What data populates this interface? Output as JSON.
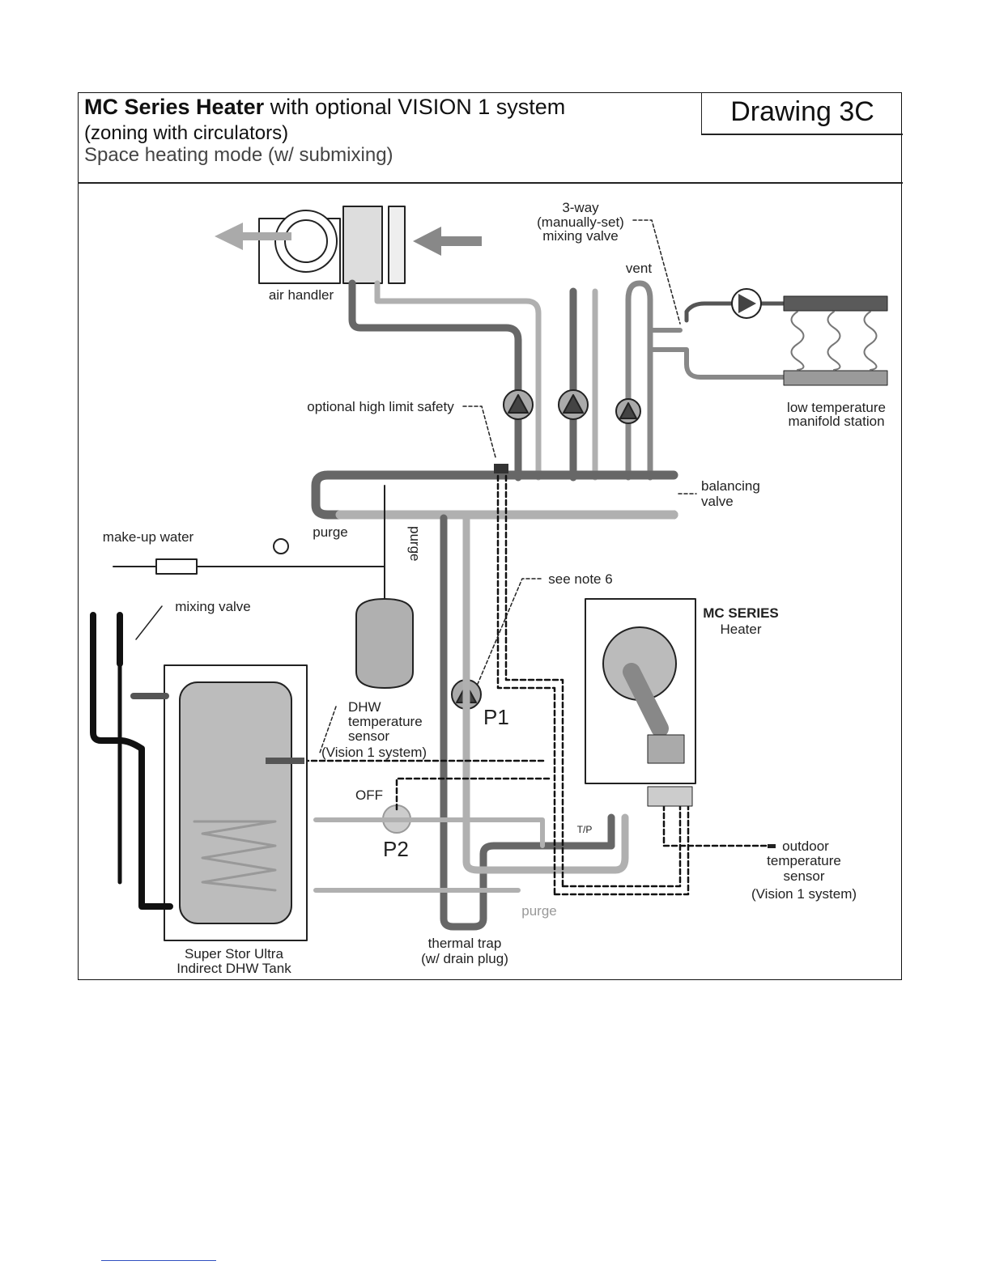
{
  "header": {
    "title_bold": "MC Series Heater",
    "title_rest": " with optional VISION 1 system",
    "subtitle": "(zoning with circulators)",
    "mode": "Space heating mode (w/ submixing)",
    "drawing_number": "Drawing 3C"
  },
  "labels": {
    "air_handler": "air handler",
    "three_way": [
      "3-way",
      "(manually-set)",
      "mixing valve"
    ],
    "vent": "vent",
    "high_limit": "optional high limit safety",
    "manifold": [
      "low temperature",
      "manifold station"
    ],
    "balancing": [
      "balancing",
      "valve"
    ],
    "makeup": "make-up water",
    "purge_top": "purge",
    "purge_rot": "purge",
    "see_note": "see note 6",
    "heater": [
      "MC SERIES",
      "Heater"
    ],
    "mixing_valve": "mixing valve",
    "dhw_sensor": [
      "DHW",
      "temperature",
      "sensor",
      "(Vision 1 system)"
    ],
    "p1": "P1",
    "off": "OFF",
    "p2": "P2",
    "tp": "T/P",
    "outdoor": [
      "outdoor",
      "temperature",
      "sensor",
      "(Vision 1 system)"
    ],
    "purge_bottom": "purge",
    "thermal_trap": [
      "thermal trap",
      "(w/ drain plug)"
    ],
    "tank": [
      "Super Stor Ultra",
      "Indirect DHW Tank"
    ]
  },
  "colors": {
    "supply_pipe": "#676767",
    "return_pipe": "#b0b0b0",
    "line": "#111111"
  }
}
